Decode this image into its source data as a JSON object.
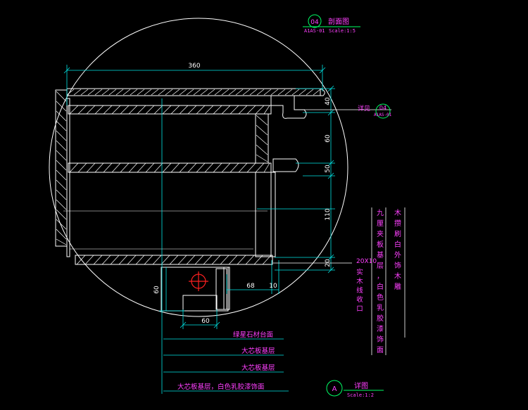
{
  "colors": {
    "background": "#000000",
    "outline": "#ffffff",
    "dimension": "#00e5e5",
    "hatch": "#ffffff",
    "annotation": "#ff40ff",
    "callout_circle": "#00ff66",
    "symbol": "#ff2020",
    "leader": "#ffffff"
  },
  "header_tag": {
    "number": "04",
    "title": "剖面图",
    "sheet": "A1AS-01",
    "scale": "Scale:1:5"
  },
  "detail_ref": {
    "prefix": "详见",
    "number": "04",
    "sheet": "A1AS-01"
  },
  "dimensions": {
    "top_width": "360",
    "v_40": "40",
    "v_60": "60",
    "v_50": "50",
    "v_110": "110",
    "v_20": "20",
    "left_60": "60",
    "d_68": "68",
    "d_10": "10",
    "bottom_60": "60"
  },
  "notes": {
    "strip": "20X10",
    "strip_vertical": "实木线收口",
    "layer_vertical": "九厘夹板基层，白色乳胶漆饰面",
    "wood_vertical": "木攒刷白外饰木雕",
    "leaders": [
      "绿星石材台面",
      "大芯板基层",
      "大芯板基层",
      "大芯板基层，白色乳胶漆饰面"
    ]
  },
  "footer_tag": {
    "letter": "A",
    "title": "详图",
    "scale": "Scale:1:2"
  }
}
